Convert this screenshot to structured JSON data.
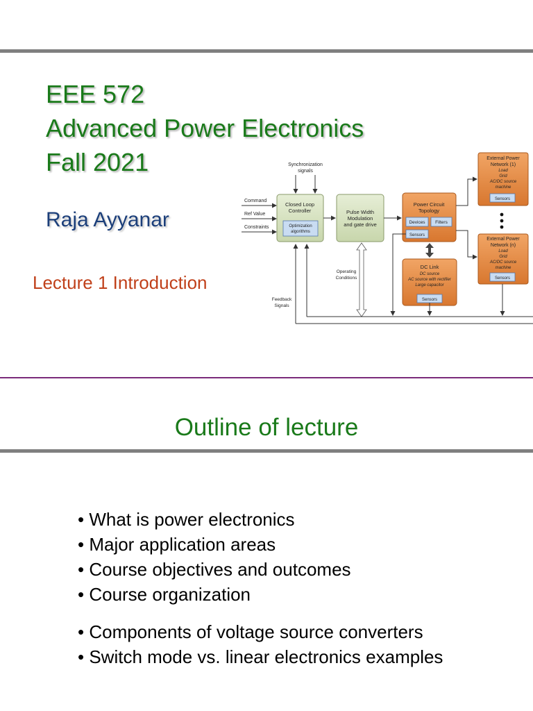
{
  "slide1": {
    "course_code": "EEE 572",
    "course_title": "Advanced Power Electronics",
    "term": "Fall 2021",
    "instructor": "Raja Ayyanar",
    "lecture": "Lecture 1  Introduction"
  },
  "diagram": {
    "sync_label_1": "Synchronization",
    "sync_label_2": "signals",
    "input_command": "Command",
    "input_ref": "Ref Value",
    "input_constraints": "Constraints",
    "controller_1": "Closed Loop",
    "controller_2": "Controller",
    "optim_1": "Optimization",
    "optim_2": "algorithms",
    "pwm_1": "Pulse Width",
    "pwm_2": "Modulation",
    "pwm_3": "and gate drive",
    "topology_1": "Power Circuit",
    "topology_2": "Topology",
    "devices": "Devices",
    "filters": "Filters",
    "sensors": "Sensors",
    "dclink_title": "DC Link",
    "dclink_1": "DC source",
    "dclink_2": "AC source with rectifier",
    "dclink_3": "Large capacitor",
    "operating_1": "Operating",
    "operating_2": "Conditions",
    "feedback_1": "Feedback",
    "feedback_2": "Signals",
    "ext1_title_1": "External Power",
    "ext1_title_2": "Network (1)",
    "extn_title_1": "External Power",
    "extn_title_2": "Network (n)",
    "ext_item_1": "Load",
    "ext_item_2": "Grid",
    "ext_item_3": "AC/DC source",
    "ext_item_4": "machine"
  },
  "slide2": {
    "title": "Outline of lecture",
    "bullets": [
      "• What is power electronics",
      "• Major application areas",
      "• Course objectives and outcomes",
      "• Course organization",
      "• Components of voltage source converters",
      "• Switch mode vs. linear electronics examples"
    ]
  },
  "colors": {
    "title_green": "#1a7a1a",
    "author_blue": "#1c3f7a",
    "lecture_orange": "#c0401a",
    "divider_gray": "#7f7f7f",
    "divider_purple": "#7a2a7a",
    "block_orange": "#e58a3f",
    "block_green": "#d9e4c4",
    "sensor_blue": "#c9dcf2"
  }
}
